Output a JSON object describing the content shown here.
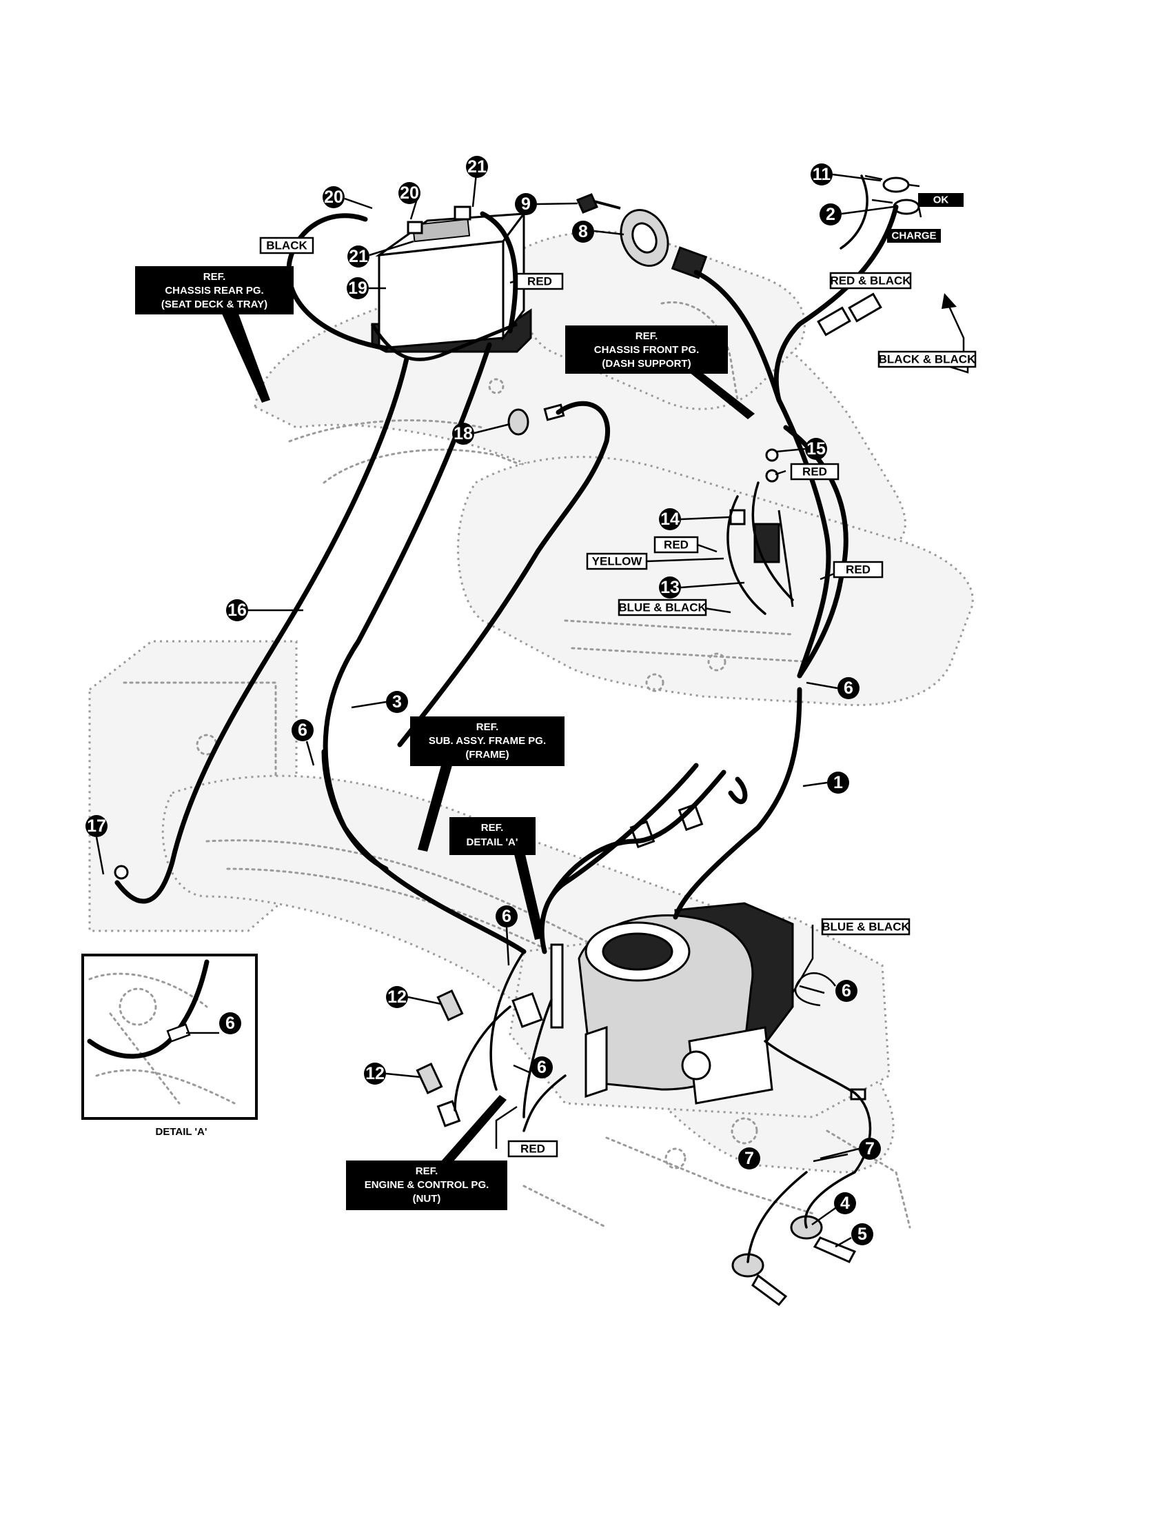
{
  "callouts": {
    "c1": "1",
    "c2": "2",
    "c3": "3",
    "c4": "4",
    "c5": "5",
    "c6a": "6",
    "c6b": "6",
    "c6c": "6",
    "c6d": "6",
    "c6e": "6",
    "c6f": "6",
    "c7a": "7",
    "c7b": "7",
    "c8": "8",
    "c9": "9",
    "c11": "11",
    "c12a": "12",
    "c12b": "12",
    "c13": "13",
    "c14": "14",
    "c15": "15",
    "c16": "16",
    "c17": "17",
    "c18": "18",
    "c19": "19",
    "c20a": "20",
    "c20b": "20",
    "c21a": "21",
    "c21b": "21"
  },
  "wire_tags": {
    "black": "BLACK",
    "red_battery": "RED",
    "red_black": "RED & BLACK",
    "black_black": "BLACK & BLACK",
    "red_15": "RED",
    "red_14": "RED",
    "yellow": "YELLOW",
    "red_right": "RED",
    "blue_black_solenoid": "BLUE & BLACK",
    "blue_black_engine": "BLUE & BLACK",
    "red_engine": "RED"
  },
  "indicator_labels": {
    "ok": "OK",
    "charge": "CHARGE"
  },
  "references": {
    "chassis_rear": [
      "REF.",
      "CHASSIS REAR PG.",
      "(SEAT DECK & TRAY)"
    ],
    "chassis_front": [
      "REF.",
      "CHASSIS FRONT PG.",
      "(DASH SUPPORT)"
    ],
    "sub_assy_frame": [
      "REF.",
      "SUB. ASSY. FRAME PG.",
      "(FRAME)"
    ],
    "detail_a": [
      "REF.",
      "DETAIL 'A'"
    ],
    "engine_control": [
      "REF.",
      "ENGINE & CONTROL PG.",
      "(NUT)"
    ]
  },
  "detail_caption": "DETAIL 'A'"
}
